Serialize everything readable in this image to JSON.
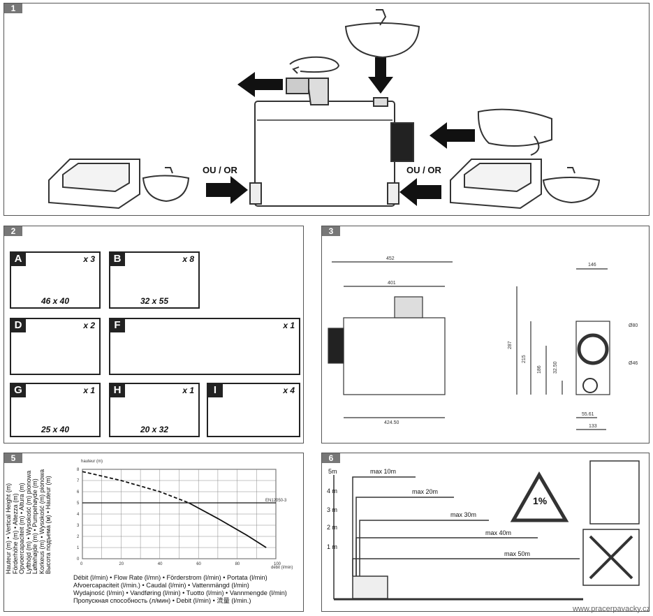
{
  "panels": {
    "p1": "1",
    "p2": "2",
    "p3": "3",
    "p5": "5",
    "p6": "6"
  },
  "connection_label_left": "OU / OR",
  "connection_label_right": "OU / OR",
  "kit": [
    {
      "letter": "A",
      "qty": "x 3",
      "size": "46 x 40"
    },
    {
      "letter": "B",
      "qty": "x 8",
      "size": "32 x 55"
    },
    {
      "letter": "D",
      "qty": "x 2",
      "size": ""
    },
    {
      "letter": "F",
      "qty": "x 1",
      "size": ""
    },
    {
      "letter": "G",
      "qty": "x 1",
      "size": "25 x 40"
    },
    {
      "letter": "H",
      "qty": "x 1",
      "size": "20 x 32"
    },
    {
      "letter": "I",
      "qty": "x 4",
      "size": ""
    }
  ],
  "dimensions": {
    "width_total": "452",
    "width_top": "401",
    "width_base": "424.50",
    "side_top": "146",
    "height_total": "287",
    "height_mid": "215",
    "height_inner": "186",
    "height_small": "32.50",
    "outlet_big": "Ø80",
    "outlet_small": "Ø46",
    "base_a": "55.61",
    "base_b": "133"
  },
  "chart_data": {
    "type": "line",
    "title": "",
    "ylabel": "hauteur (m)",
    "xlabel": "débit (l/min)",
    "xlim": [
      0,
      100
    ],
    "ylim": [
      0,
      8
    ],
    "xticks": [
      "0",
      "20",
      "40",
      "60",
      "80",
      "100"
    ],
    "yticks": [
      "0",
      "1",
      "2",
      "3",
      "4",
      "5",
      "6",
      "7",
      "8"
    ],
    "reference_label": "EN12050-3",
    "reference_level": 5,
    "series": [
      {
        "name": "",
        "style": "dashed",
        "x": [
          0,
          20,
          40,
          55
        ],
        "y": [
          7.8,
          7.0,
          6.0,
          5.0
        ]
      },
      {
        "name": "",
        "style": "solid",
        "x": [
          55,
          70,
          85,
          95
        ],
        "y": [
          5.0,
          3.6,
          2.1,
          1.0
        ]
      }
    ]
  },
  "axis_legend": [
    "Hauteur (m) • Vertical Height (m)",
    "Förderhöhe (m) • Altezza (m)",
    "Opvoercapaciteit (m) • Altura (m)",
    "Lyfthöjd (m) • Wysokość (m) pionowa",
    "Løftehøjde (m) • Pumpehøyde (m)",
    "Korkeus (m) • Wysokość (m) pionowa",
    "Высота подъема (м) • Hauteur (m)"
  ],
  "flow_legend": [
    "Débit (l/min) • Flow Rate (l/mn) • Förderstrom (l/min) • Portata (l/min)",
    "Afvoercapaciteit (l/min.) • Caudal (l/min) • Vattenmängd (l/min)",
    "Wydajność (l/min) • Vandføring (l/min) • Tuotto (l/min) • Vannmengde (l/min)",
    "Пропускная способность (л/мин) • Debit (l/min) • 流量 (l/min.)"
  ],
  "install": {
    "levels": [
      "5m",
      "4 m",
      "3 m",
      "2 m",
      "1 m"
    ],
    "runs": [
      "max 10m",
      "max 20m",
      "max 30m",
      "max 40m",
      "max 50m"
    ],
    "slope": "1%"
  },
  "watermark": "www.pracerpavacky.cz"
}
